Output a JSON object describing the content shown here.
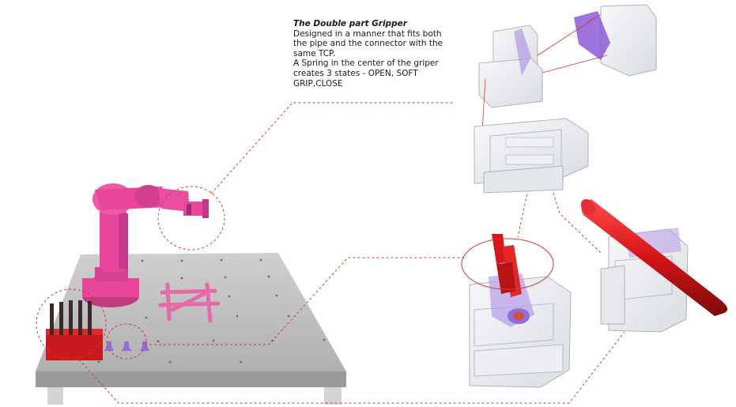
{
  "annotation": {
    "title": "The Double part Gripper",
    "lines": [
      "Designed in a manner that fits both",
      "the pipe and the connector with the",
      "same TCP.",
      "A Spring in the center of the griper",
      "creates 3 states - OPEN, SOFT",
      "GRIP,CLOSE"
    ]
  },
  "colors": {
    "robot": "#e8479c",
    "robot_dark": "#b3326f",
    "table_top": "#b9b9b9",
    "table_side": "#9b9b9b",
    "pipe": "#d6171b",
    "pipe_dark": "#8c0c0e",
    "connector": "#8f6fd6",
    "callout": "#d33a2c",
    "glass": "#e7e9ec",
    "glass_edge": "#a8aeb6"
  }
}
